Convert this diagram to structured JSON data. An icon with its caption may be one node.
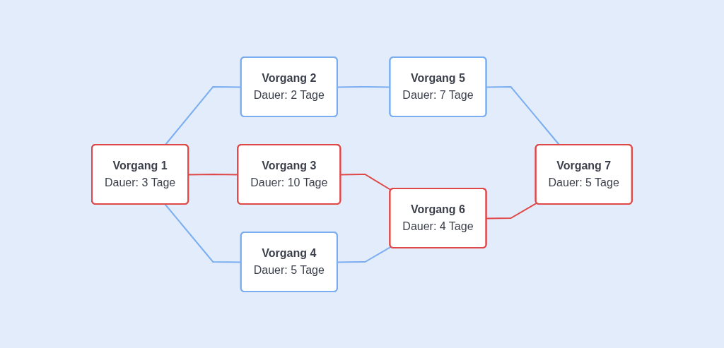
{
  "diagram": {
    "nodes": [
      {
        "text": [
          "Vorgang 1",
          "Dauer: 3 Tage"
        ]
      },
      {
        "text": [
          "Vorgang 2",
          "Dauer: 2 Tage"
        ]
      },
      {
        "text": [
          "Vorgang 3",
          "Dauer: 10 Tage"
        ]
      },
      {
        "text": [
          "Vorgang 4",
          "Dauer: 5 Tage"
        ]
      },
      {
        "text": [
          "Vorgang 5",
          "Dauer: 7 Tage"
        ]
      },
      {
        "text": [
          "Vorgang 6",
          "Dauer: 4 Tage"
        ]
      },
      {
        "text": [
          "Vorgang 7",
          "Dauer: 5 Tage"
        ]
      }
    ],
    "edges": [
      {
        "from": 0,
        "to": 1,
        "arrow": "none"
      },
      {
        "from": 0,
        "to": 2,
        "arrow": "none",
        "color": "#e04848"
      },
      {
        "from": 0,
        "to": 3,
        "arrow": "none"
      },
      {
        "from": 1,
        "to": 4,
        "arrow": "none"
      },
      {
        "from": 2,
        "to": 5,
        "arrow": "none",
        "color": "#e04848"
      },
      {
        "from": 3,
        "to": 5,
        "arrow": "none"
      },
      {
        "from": 4,
        "to": 6,
        "arrow": "none"
      },
      {
        "from": 5,
        "to": 6,
        "arrow": "none",
        "color": "#e04848"
      }
    ]
  }
}
